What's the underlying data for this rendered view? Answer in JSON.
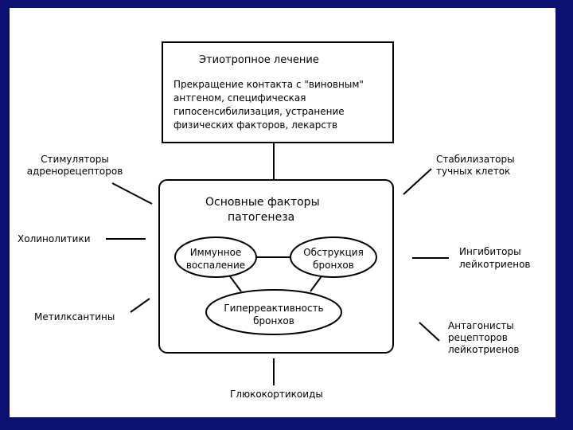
{
  "colors": {
    "background": "#0a1170",
    "slide": "#ffffff",
    "ink": "#000000"
  },
  "etiotropic": {
    "title": "Этиотропное лечение",
    "lines": [
      "Прекращение контакта с \"виновным\"",
      "антгеном, специфическая",
      "гипосенсибилизация, устранение",
      "физических факторов, лекарств"
    ]
  },
  "core": {
    "title_line1": "Основные факторы",
    "title_line2": "патогенеза",
    "immune": [
      "Иммунное",
      "воспаление"
    ],
    "obstruction": [
      "Обструкция",
      "бронхов"
    ],
    "hyper": [
      "Гиперреактивность",
      "бронхов"
    ]
  },
  "drugs": {
    "adreno": [
      "Стимуляторы",
      "адренорецепторов"
    ],
    "cholino": "Холинолитики",
    "methyl": "Метилксантины",
    "mast": [
      "Стабилизаторы",
      "тучных клеток"
    ],
    "leuko_inh": [
      "Ингибиторы",
      "лейкотриенов"
    ],
    "leuko_ant": [
      "Антагонисты",
      "рецепторов",
      "лейкотриенов"
    ],
    "gluco": "Глюкокортикоиды"
  }
}
